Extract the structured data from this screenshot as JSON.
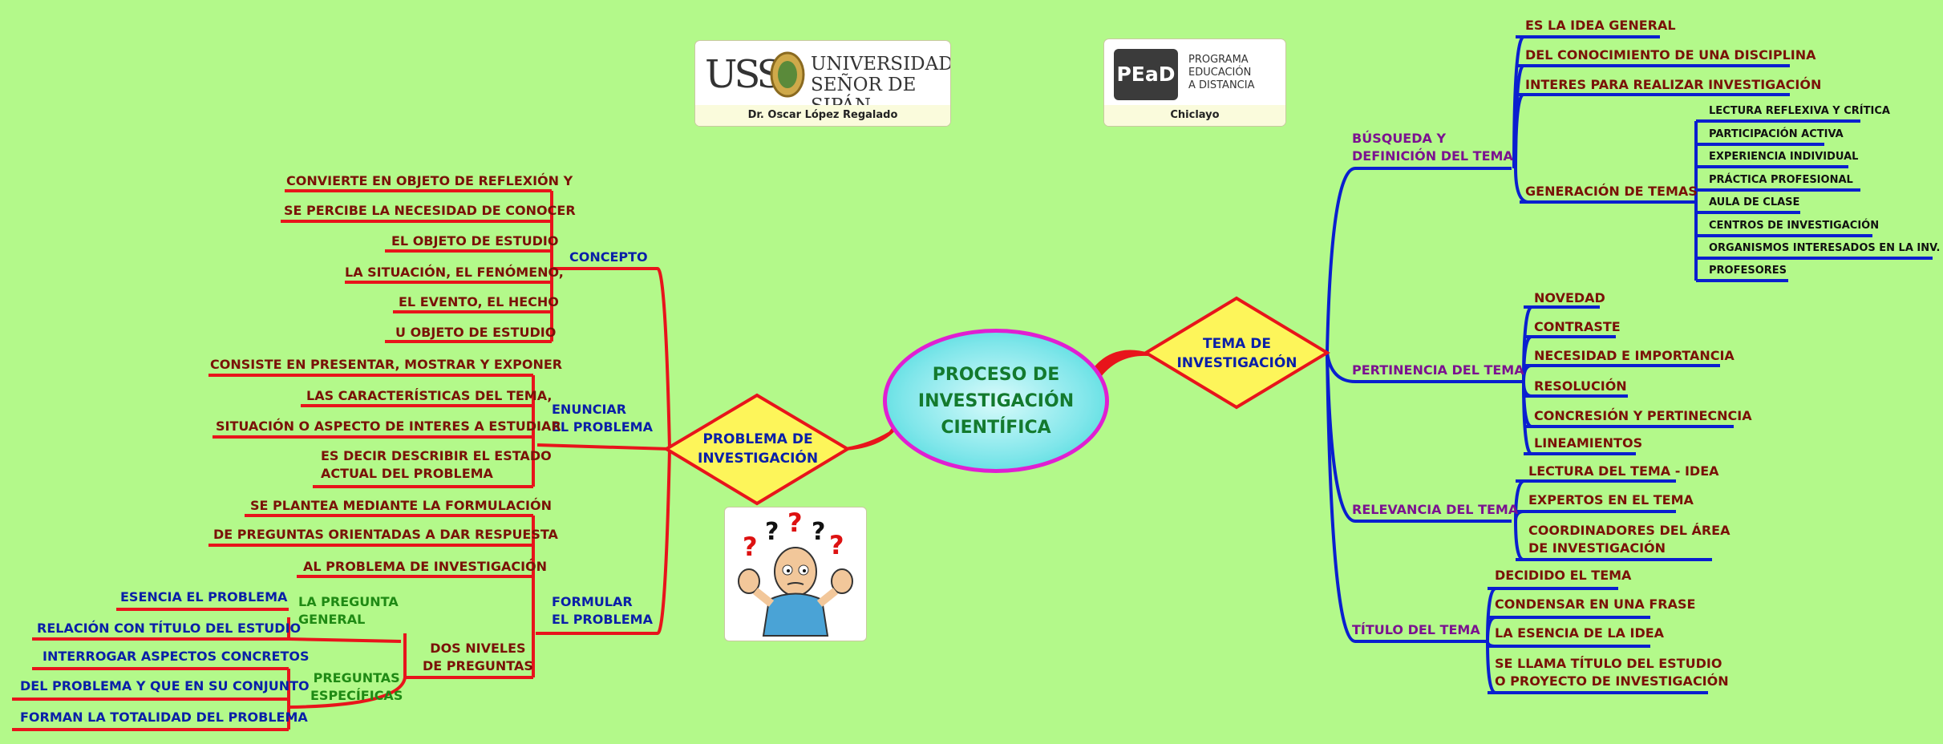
{
  "center": {
    "title": "PROCESO DE\nINVESTIGACIÓN\nCIENTÍFICA"
  },
  "logos": {
    "uss": {
      "name": "UNIVERSIDAD\nSEÑOR DE SIPÁN",
      "mark": "USS",
      "caption": "Dr. Oscar López Regalado"
    },
    "pead": {
      "mark": "PEaD",
      "text": "PROGRAMA\nEDUCACIÓN\nA DISTANCIA",
      "caption": "Chiclayo"
    }
  },
  "left": {
    "root": "PROBLEMA DE\nINVESTIGACIÓN",
    "concepto": {
      "label": "CONCEPTO",
      "items": [
        "CONVIERTE EN OBJETO DE REFLEXIÓN Y",
        "SE PERCIBE LA NECESIDAD DE CONOCER",
        "EL OBJETO DE ESTUDIO",
        "LA SITUACIÓN, EL FENÓMENO,",
        "EL EVENTO, EL HECHO",
        "U OBJETO DE ESTUDIO"
      ]
    },
    "enunciar": {
      "label": "ENUNCIAR\nEL PROBLEMA",
      "items": [
        "CONSISTE EN PRESENTAR, MOSTRAR Y EXPONER",
        "LAS CARACTERÍSTICAS DEL TEMA,",
        "SITUACIÓN O ASPECTO DE INTERES A ESTUDIAR",
        "ES DECIR DESCRIBIR EL ESTADO\nACTUAL DEL PROBLEMA"
      ]
    },
    "formular": {
      "label": "FORMULAR\nEL PROBLEMA",
      "items": [
        "SE PLANTEA MEDIANTE LA FORMULACIÓN",
        "DE PREGUNTAS ORIENTADAS A DAR RESPUESTA",
        "AL PROBLEMA DE INVESTIGACIÓN"
      ],
      "niveles": {
        "label": "DOS NIVELES\nDE PREGUNTAS",
        "general": {
          "label": "LA PREGUNTA\nGENERAL",
          "items": [
            "ESENCIA EL PROBLEMA",
            "RELACIÓN CON TÍTULO DEL ESTUDIO"
          ]
        },
        "especificas": {
          "label": "PREGUNTAS\nESPECÍFICAS",
          "items": [
            "INTERROGAR ASPECTOS CONCRETOS",
            "DEL PROBLEMA Y QUE EN SU CONJUNTO",
            "FORMAN LA TOTALIDAD DEL PROBLEMA"
          ]
        }
      }
    }
  },
  "right": {
    "root": "TEMA DE\nINVESTIGACIÓN",
    "busqueda": {
      "label": "BÚSQUEDA Y\nDEFINICIÓN DEL TEMA",
      "items": [
        "ES LA IDEA GENERAL",
        "DEL CONOCIMIENTO DE UNA DISCIPLINA",
        "INTERES PARA REALIZAR INVESTIGACIÓN"
      ],
      "generacion": {
        "label": "GENERACIÓN DE TEMAS",
        "items": [
          "LECTURA REFLEXIVA Y CRÍTICA",
          "PARTICIPACIÓN ACTIVA",
          "EXPERIENCIA INDIVIDUAL",
          "PRÁCTICA PROFESIONAL",
          "AULA DE CLASE",
          "CENTROS DE INVESTIGACIÓN",
          "ORGANISMOS INTERESADOS EN LA INV.",
          "PROFESORES"
        ]
      }
    },
    "pertinencia": {
      "label": "PERTINENCIA DEL TEMA",
      "items": [
        "NOVEDAD",
        "CONTRASTE",
        "NECESIDAD E IMPORTANCIA",
        "RESOLUCIÓN",
        "CONCRESIÓN Y PERTINECNCIA",
        "LINEAMIENTOS"
      ]
    },
    "relevancia": {
      "label": "RELEVANCIA DEL TEMA",
      "items": [
        "LECTURA DEL TEMA - IDEA",
        "EXPERTOS EN EL TEMA",
        "COORDINADORES DEL ÁREA\nDE INVESTIGACIÓN"
      ]
    },
    "titulo": {
      "label": "TÍTULO DEL TEMA",
      "items": [
        "DECIDIDO EL TEMA",
        "CONDENSAR EN UNA FRASE",
        "LA ESENCIA DE LA IDEA",
        "SE LLAMA TÍTULO DEL ESTUDIO\nO PROYECTO DE INVESTIGACIÓN"
      ]
    }
  }
}
